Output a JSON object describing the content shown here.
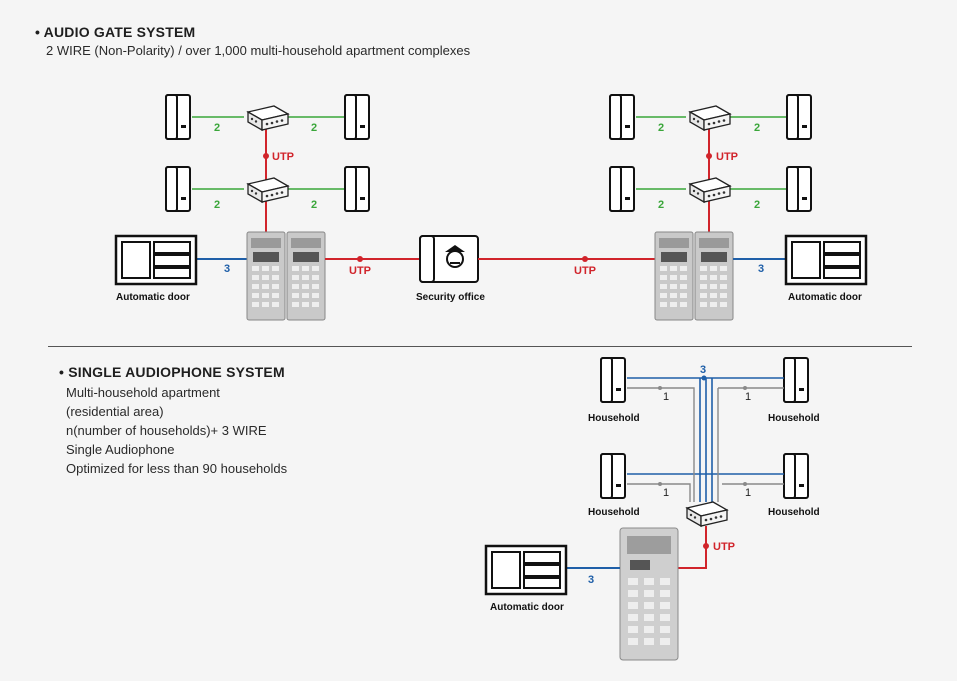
{
  "audio_gate": {
    "title": "• AUDIO GATE SYSTEM",
    "subtitle": "2 WIRE (Non-Polarity) / over 1,000 multi-household apartment complexes"
  },
  "single_audiophone": {
    "title": "• SINGLE AUDIOPHONE SYSTEM",
    "lines": [
      "Multi-household apartment",
      "(residential area)",
      "n(number of households)+ 3 WIRE",
      "Single Audiophone",
      "Optimized for less than 90 households"
    ]
  },
  "diagram": {
    "label_automatic_door": "Automatic door",
    "label_security_office": "Security office",
    "label_household": "Household",
    "label_utp": "UTP",
    "wire_two": "2",
    "wire_three": "3",
    "wire_one": "1"
  },
  "colors": {
    "green_wire": "#3aa63a",
    "red_wire": "#d1242b",
    "blue_wire": "#1f5fa8",
    "gray_wire": "#8a8a8a"
  }
}
